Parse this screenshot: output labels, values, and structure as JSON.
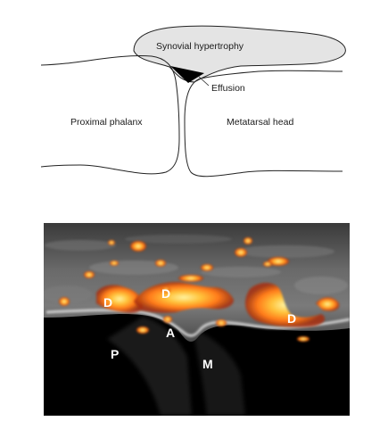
{
  "schematic": {
    "labels": {
      "synovial": "Synovial hypertrophy",
      "effusion": "Effusion",
      "phalanx": "Proximal phalanx",
      "metatarsal": "Metatarsal head"
    },
    "colors": {
      "synovium_fill": "#e4e4e4",
      "outline": "#222222",
      "effusion_fill": "#000000"
    }
  },
  "ultrasound": {
    "labels": {
      "d1": "D",
      "d2": "D",
      "d3": "D",
      "a": "A",
      "p": "P",
      "m": "M"
    },
    "colors": {
      "background": "#000000",
      "tissue": "#4a4a4a",
      "doppler_core": "#ffe36a",
      "doppler_mid": "#ff8a1e",
      "doppler_edge": "#b8380a"
    }
  }
}
